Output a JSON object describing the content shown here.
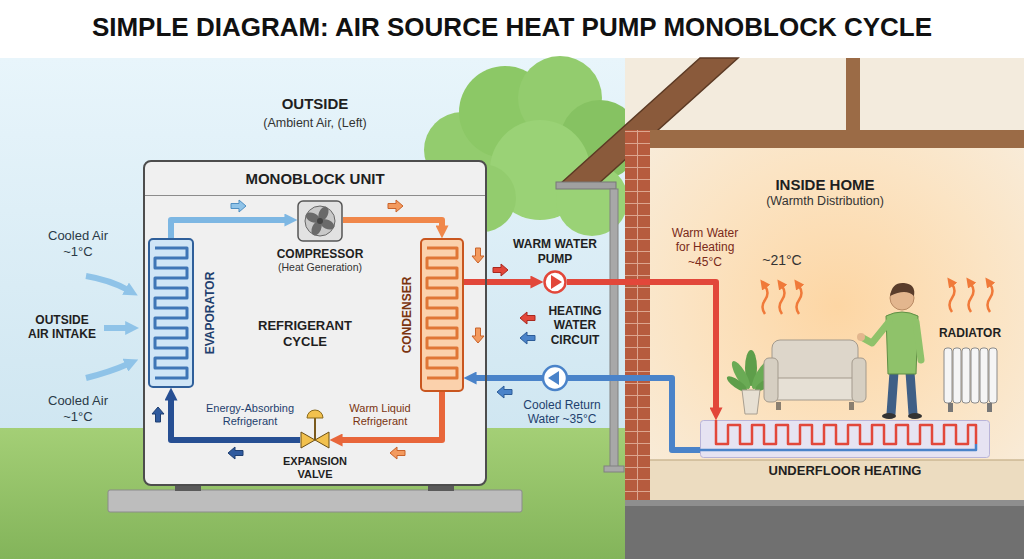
{
  "diagram": {
    "title": "SIMPLE DIAGRAM: AIR SOURCE HEAT PUMP MONOBLOCK CYCLE",
    "nodes": [
      {
        "text": [
          "MONOBLOCK UNIT"
        ]
      },
      {
        "text": [
          "EVAPORATOR"
        ],
        "in": 0
      },
      {
        "text": [
          "COMPRESSOR",
          "(Heat Generation)"
        ],
        "in": 0
      },
      {
        "text": [
          "CONDENSER"
        ],
        "in": 0
      },
      {
        "text": [
          "EXPANSION VALVE"
        ],
        "in": 0
      },
      {
        "text": [
          "WARM WATER PUMP"
        ]
      },
      {
        "text": [
          "INSIDE HOME",
          "(Warmth Distribution)"
        ]
      },
      {
        "text": [
          "RADIATOR"
        ],
        "in": 6
      },
      {
        "text": [
          "UNDERFLOOR HEATING"
        ],
        "in": 6
      }
    ],
    "edges": [
      {
        "from": 1,
        "to": 2,
        "arrow": "to"
      },
      {
        "from": 2,
        "to": 3,
        "arrow": "to"
      },
      {
        "from": 3,
        "to": 4,
        "arrow": "to"
      },
      {
        "from": 4,
        "to": 1,
        "arrow": "to"
      },
      {
        "from": 3,
        "to": 5,
        "arrow": "to"
      },
      {
        "from": 5,
        "to": 8,
        "arrow": "to"
      },
      {
        "from": 8,
        "to": 3,
        "arrow": "to"
      }
    ],
    "labels": [
      "OUTSIDE",
      "(Ambient Air, (Left)",
      "Cooled Air ~1°C",
      "OUTSIDE AIR INTAKE",
      "Cooled Air ~1°C",
      "REFRIGERANT CYCLE",
      "Energy-Absorbing Refrigerant",
      "Warm Liquid Refrigerant",
      "HEATING WATER CIRCUIT",
      "Cooled Return Water ~35°C",
      "Warm Water for Heating ~45°C",
      "~21°C"
    ]
  }
}
